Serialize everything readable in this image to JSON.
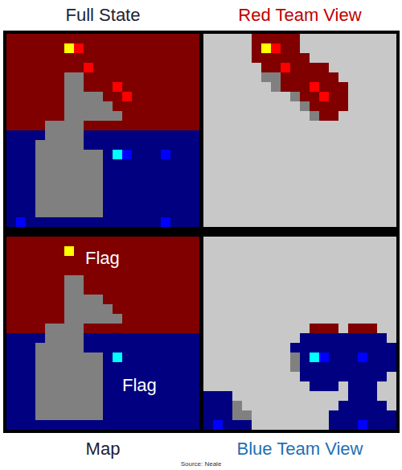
{
  "diagram": {
    "caption": "Source: Neale",
    "labels": [
      "Full State",
      "Red Team View",
      "Flag",
      "Flag",
      "Map",
      "Blue Team View"
    ]
  }
}
